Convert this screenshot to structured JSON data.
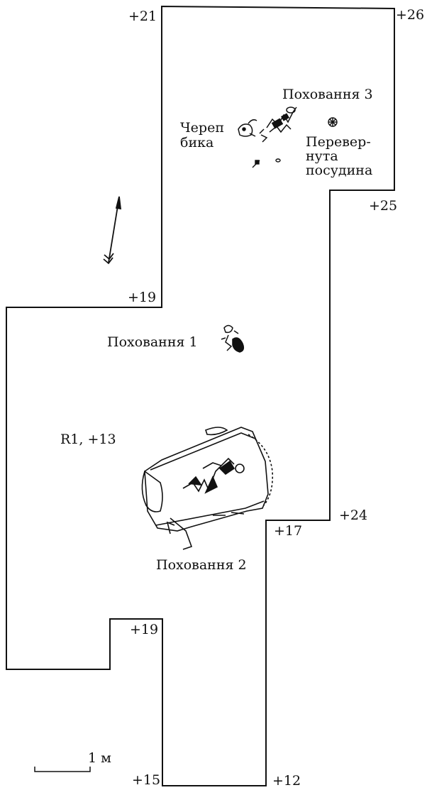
{
  "depth_marks": {
    "nw_corner": "+21",
    "ne_corner": "+26",
    "east_step": "+25",
    "west_step": "+19",
    "r1": "R1, +13",
    "east_inner": "+24",
    "inner_step": "+17",
    "lower_step": "+19",
    "sw_bottom": "+15",
    "se_bottom": "+12"
  },
  "burials": {
    "burial_1": "Поховання 1",
    "burial_2": "Поховання 2",
    "burial_3": "Поховання 3"
  },
  "finds": {
    "bull_skull_line1": "Череп",
    "bull_skull_line2": "бика",
    "vessel_line1": "Перевер-",
    "vessel_line2": "нута",
    "vessel_line3": "посудина"
  },
  "scale_bar": {
    "label": "1 м"
  },
  "colors": {
    "ink": "#111111",
    "background": "#ffffff"
  },
  "icons": {
    "north_arrow": "north-arrow-icon",
    "vessel": "vessel-icon"
  }
}
